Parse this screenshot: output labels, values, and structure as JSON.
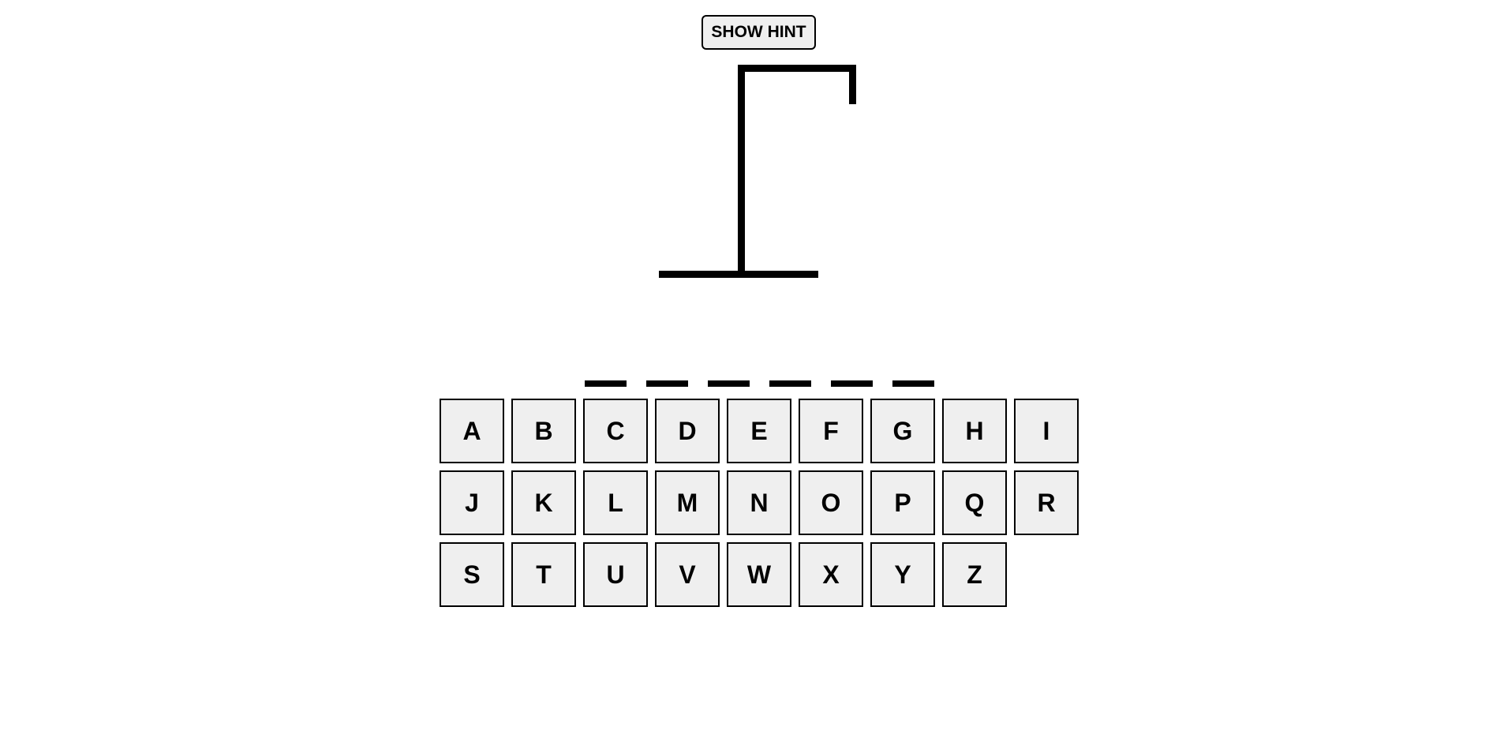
{
  "hint": {
    "label": "SHOW HINT"
  },
  "word": {
    "slot_count": 6
  },
  "keyboard": {
    "letters": [
      "A",
      "B",
      "C",
      "D",
      "E",
      "F",
      "G",
      "H",
      "I",
      "J",
      "K",
      "L",
      "M",
      "N",
      "O",
      "P",
      "Q",
      "R",
      "S",
      "T",
      "U",
      "V",
      "W",
      "X",
      "Y",
      "Z"
    ]
  },
  "colors": {
    "key_bg": "#efefef",
    "ink": "#000000"
  }
}
